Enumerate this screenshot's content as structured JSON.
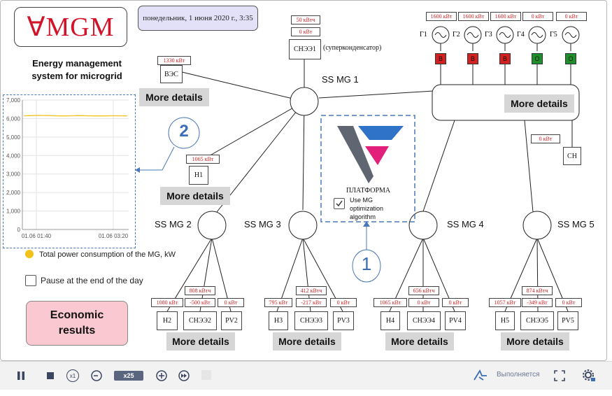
{
  "app": {
    "logo_text": "∀MGM",
    "date": "понедельник, 1 июня 2020 г., 3:35",
    "title_line1": "Energy management",
    "title_line2": "system for microgrid"
  },
  "hub": {
    "label": "SS MG 1"
  },
  "wpp": {
    "label": "ВЭС",
    "power": "1330 кВт",
    "details": "More details"
  },
  "h1": {
    "label": "Н1",
    "power": "1065 кВт",
    "details": "More details"
  },
  "sneh1": {
    "label": "СНЭЭ1",
    "note": "(суперконденсатор)",
    "power_top": "50 кВтч",
    "power_bottom": "0 кВт"
  },
  "gen_bus": {
    "details": "More details"
  },
  "generators": [
    {
      "label": "Г1",
      "power": "1600 кВт",
      "state": "В",
      "color": "#d42020"
    },
    {
      "label": "Г2",
      "power": "1600 кВт",
      "state": "В",
      "color": "#d42020"
    },
    {
      "label": "Г3",
      "power": "1600 кВт",
      "state": "В",
      "color": "#d42020"
    },
    {
      "label": "Г4",
      "power": "0 кВт",
      "state": "О",
      "color": "#1e8f2a"
    },
    {
      "label": "Г5",
      "power": "0 кВт",
      "state": "О",
      "color": "#1e8f2a"
    }
  ],
  "ch": {
    "label": "СН",
    "power": "0 кВт"
  },
  "platform": {
    "name": "ПЛАТФОРМА",
    "checkbox_line1": "Use MG",
    "checkbox_line2": "optimization",
    "checkbox_line3": "algorithm"
  },
  "callouts": {
    "one": "1",
    "two": "2"
  },
  "mg": [
    {
      "name": "SS MG 2",
      "load": {
        "label": "Н2",
        "power": "1080 кВт"
      },
      "storage": {
        "label": "СНЭЭ2",
        "power_top": "808 кВтч",
        "power_bottom": "-500 кВт"
      },
      "pv": {
        "label": "PV2",
        "power": "0 кВт"
      },
      "details": "More details"
    },
    {
      "name": "SS MG 3",
      "load": {
        "label": "Н3",
        "power": "795 кВт"
      },
      "storage": {
        "label": "СНЭЭ3",
        "power_top": "412 кВтч",
        "power_bottom": "-217 кВт"
      },
      "pv": {
        "label": "PV3",
        "power": "0 кВт"
      },
      "details": "More details"
    },
    {
      "name": "SS MG 4",
      "load": {
        "label": "Н4",
        "power": "1065 кВт"
      },
      "storage": {
        "label": "СНЭЭ4",
        "power_top": "656 кВтч",
        "power_bottom": "0 кВт"
      },
      "pv": {
        "label": "PV4",
        "power": "0 кВт"
      },
      "details": "More details"
    },
    {
      "name": "SS MG 5",
      "load": {
        "label": "Н5",
        "power": "1057 кВт"
      },
      "storage": {
        "label": "СНЭЭ5",
        "power_top": "874 кВтч",
        "power_bottom": "-349 кВт"
      },
      "pv": {
        "label": "PV5",
        "power": "0 кВт"
      },
      "details": "More details"
    }
  ],
  "legend": {
    "series_label": "Total power consumption of the MG, kW",
    "series_color": "#f0c21a"
  },
  "pause": {
    "label": "Pause at the end of the day"
  },
  "economic": {
    "line1": "Economic",
    "line2": "results"
  },
  "toolbar": {
    "speed": "x25",
    "status": "Выполняется",
    "step": "x1"
  },
  "chart_data": {
    "type": "line",
    "yticks": [
      "7,000",
      "6,000",
      "5,000",
      "4,000",
      "3,000",
      "2,000",
      "1,000",
      "0"
    ],
    "ylim": [
      0,
      7000
    ],
    "xticks": [
      "01.06 01:40",
      "01.06 03:20"
    ],
    "series": [
      {
        "values": [
          6150,
          6160,
          6170,
          6160,
          6150,
          6140,
          6150,
          6160,
          6150,
          6140,
          6140,
          6150,
          6150,
          6140
        ]
      }
    ]
  }
}
